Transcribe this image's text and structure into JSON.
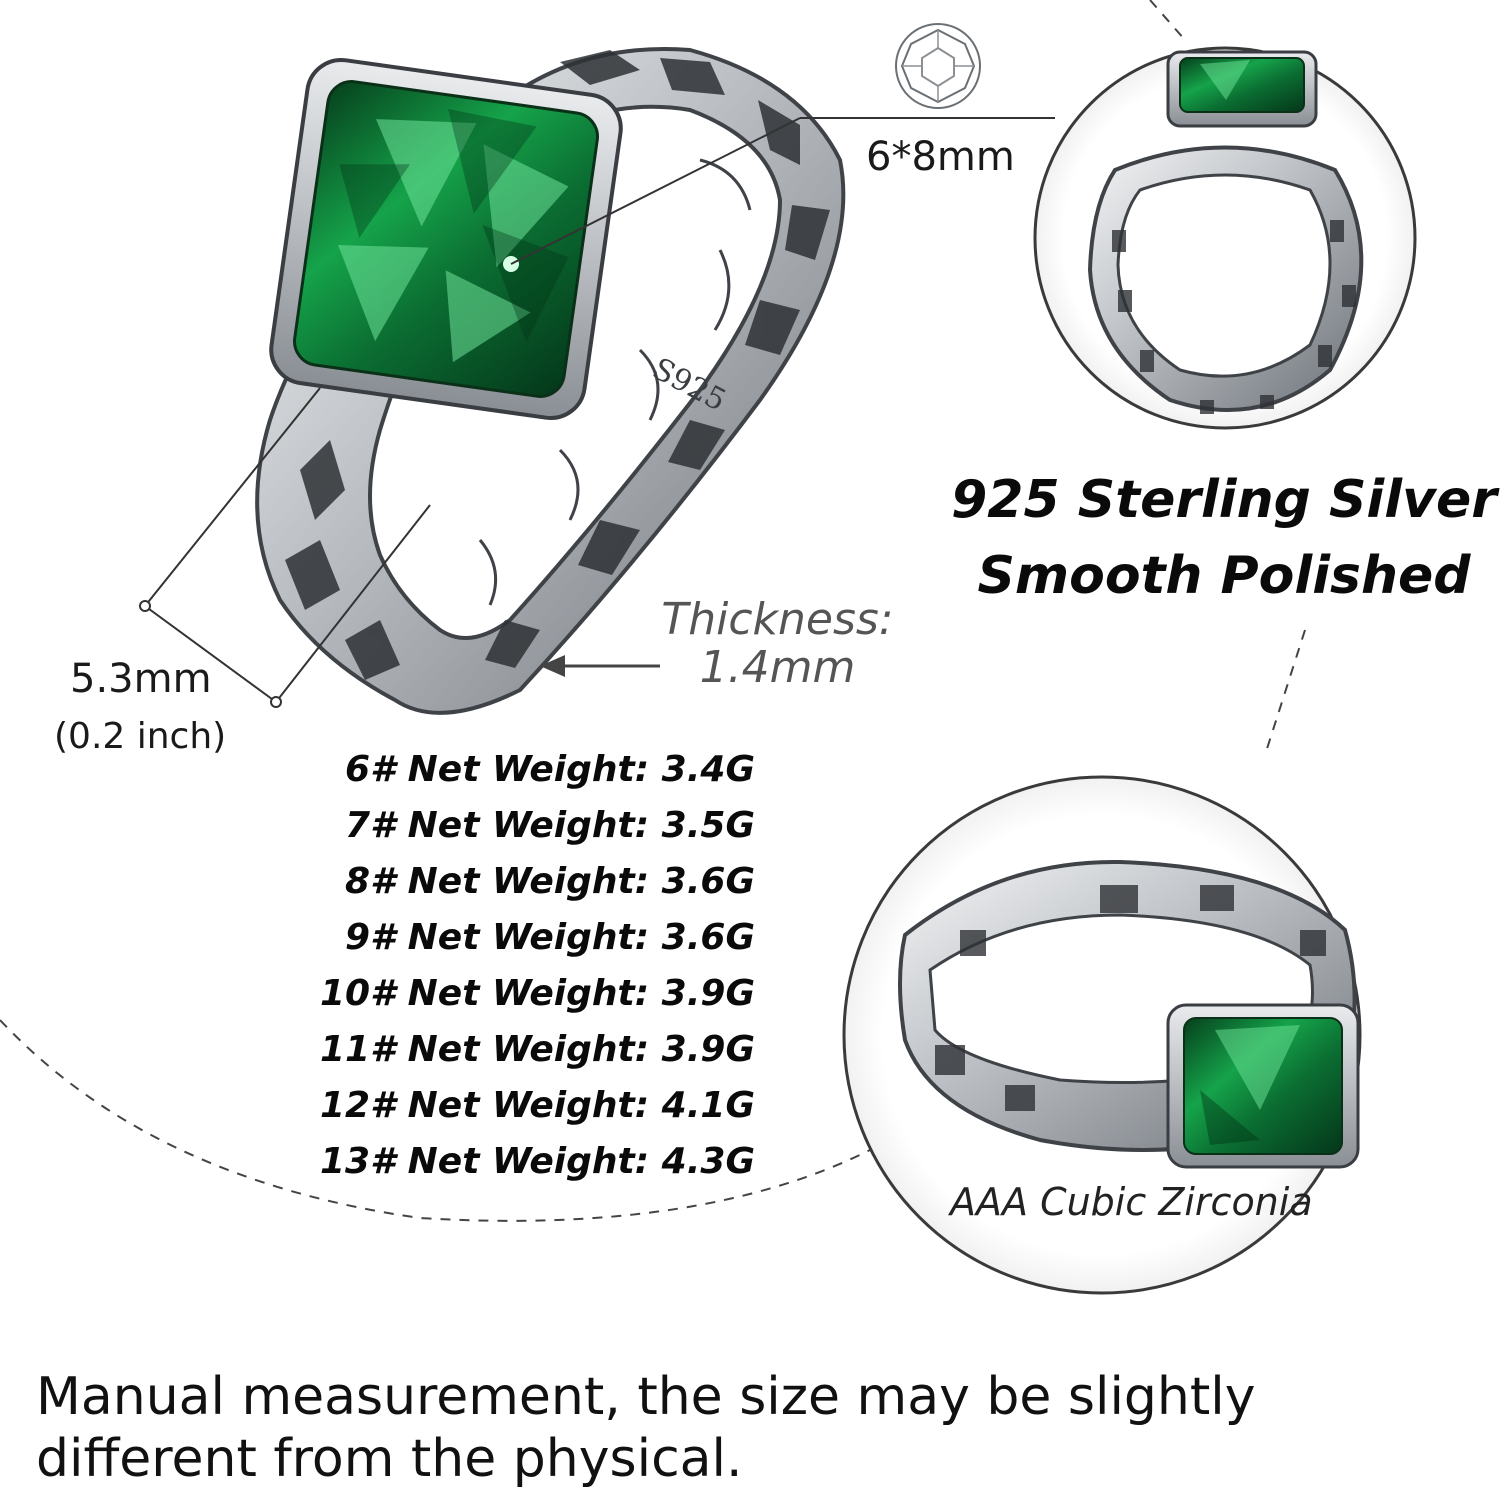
{
  "labels": {
    "gem_size": "6*8mm",
    "band_width": "5.3mm",
    "band_width_inch": "(0.2 inch)",
    "thickness_label": "Thickness:",
    "thickness_value": "1.4mm",
    "material_line1": "925 Sterling Silver",
    "material_line2": "Smooth Polished",
    "stone_caption": "AAA Cubic Zirconia",
    "stamp": "S925"
  },
  "weights": [
    "6# Net Weight: 3.4G",
    "7# Net Weight: 3.5G",
    "8# Net Weight: 3.6G",
    "9# Net Weight: 3.6G",
    "10# Net Weight: 3.9G",
    "11# Net Weight: 3.9G",
    "12# Net Weight: 4.1G",
    "13# Net Weight: 4.3G"
  ],
  "note": {
    "line1": "Manual measurement, the size may be slightly",
    "line2": "different from the physical."
  },
  "colors": {
    "gem_green": "#0f8a3c",
    "silver": "#c9ccd0",
    "silver_dark": "#5d6166"
  }
}
